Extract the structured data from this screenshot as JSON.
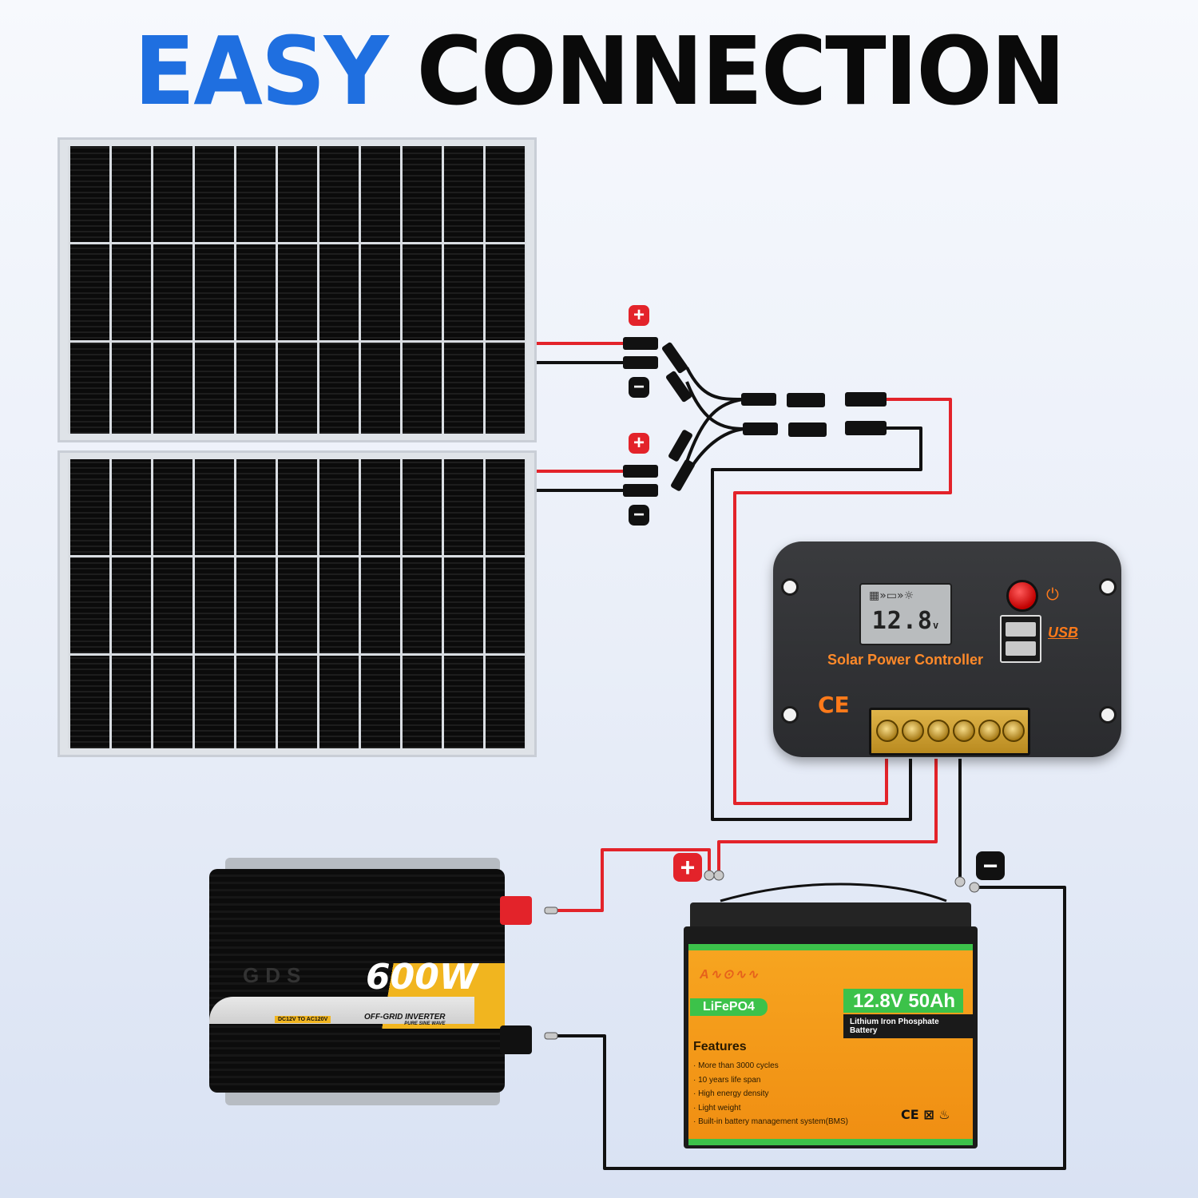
{
  "title": {
    "word1": "EASY",
    "word2": "CONNECTION"
  },
  "polarity": {
    "plus": "+",
    "minus": "−"
  },
  "controller": {
    "lcd_reading": "12.8",
    "lcd_unit": "v",
    "lcd_icons": "▦»▭»☼",
    "label": "Solar Power Controller",
    "usb_label": "USB",
    "power_symbol": "⏻",
    "ce_mark": "CE"
  },
  "inverter": {
    "brand_partial": "GDS",
    "wattage": "600W",
    "type_label": "OFF-GRID INVERTER",
    "sub_label": "PURE SINE WAVE",
    "conversion": "DC12V TO AC120V"
  },
  "battery": {
    "chemistry": "LiFePO4",
    "rating": "12.8V 50Ah",
    "description": "Lithium Iron Phosphate Battery",
    "features_heading": "Features",
    "features": [
      "· More than 3000 cycles",
      "· 10 years life span",
      "· High energy density",
      "· Light weight",
      "· Built-in battery management system(BMS)"
    ],
    "marks": "CE ⊠ ♨"
  },
  "colors": {
    "title_blue": "#1f6fe0",
    "wire_red": "#e3232a",
    "wire_black": "#111111",
    "battery_orange": "#f49a18",
    "battery_green": "#3cc24a",
    "accent_orange": "#ff7a1a"
  }
}
